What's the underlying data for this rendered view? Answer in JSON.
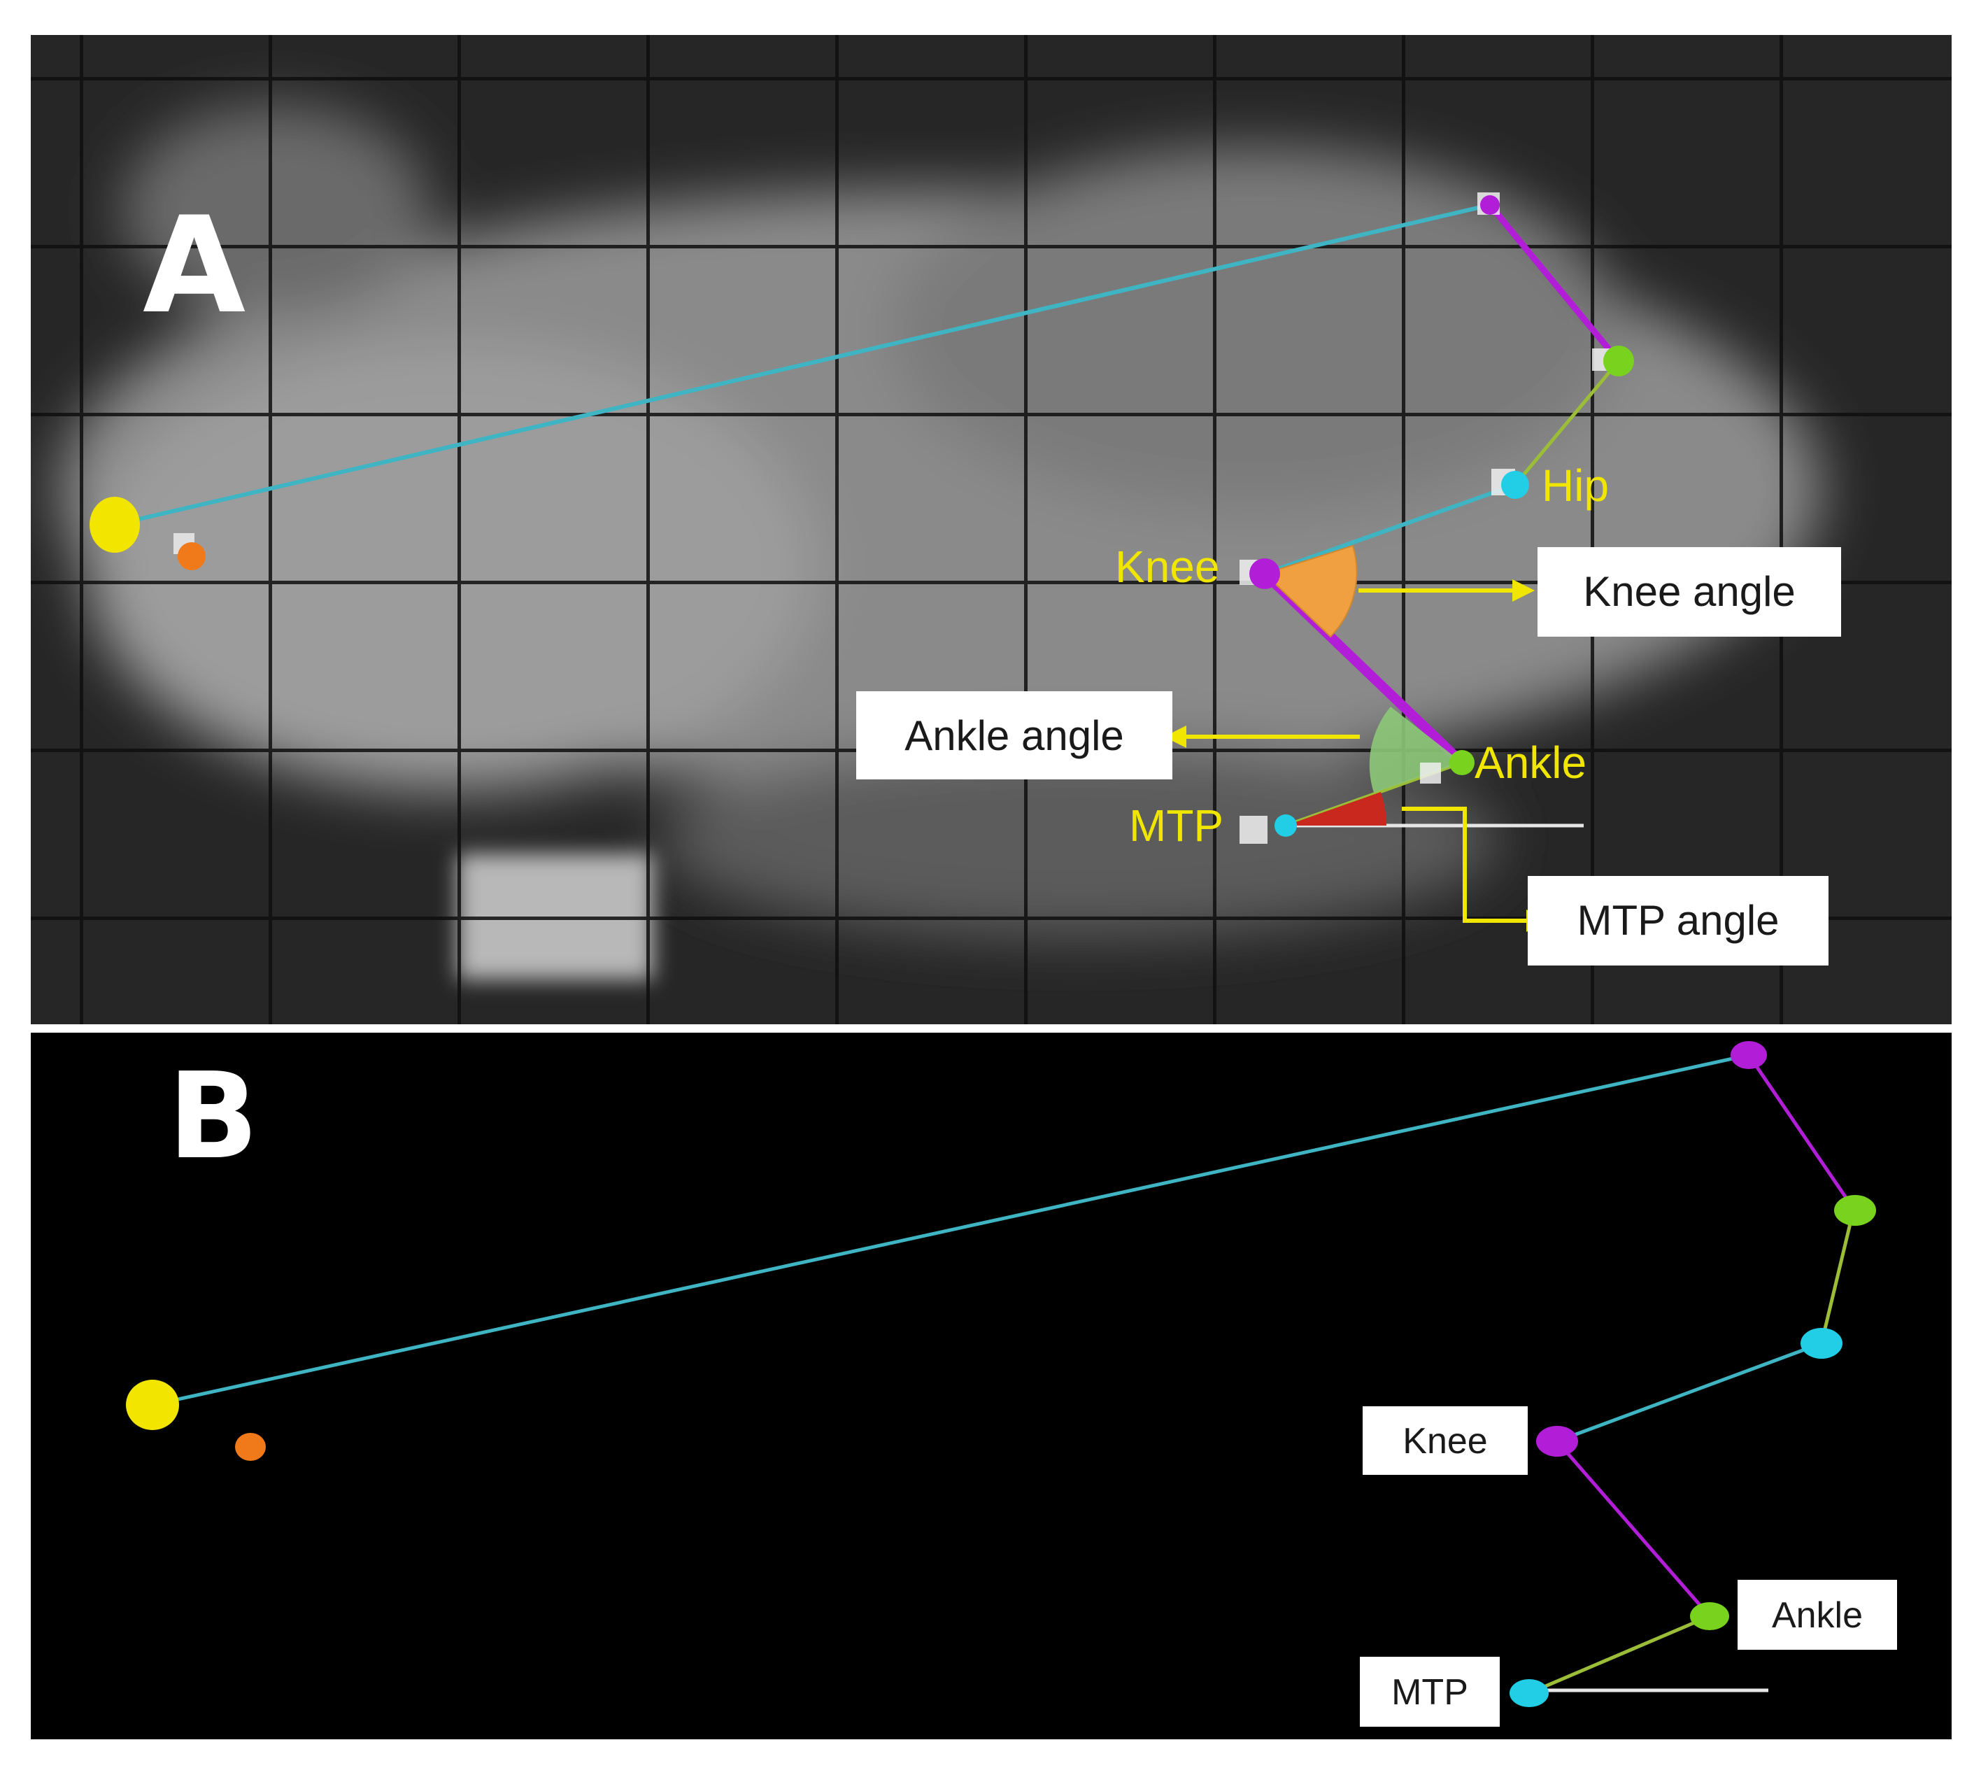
{
  "panel_a": {
    "letter": "A",
    "point_labels": {
      "hip": "Hip",
      "knee": "Knee",
      "ankle": "Ankle",
      "mtp": "MTP"
    },
    "callouts": {
      "knee": "Knee angle",
      "ankle": "Ankle angle",
      "mtp": "MTP angle"
    }
  },
  "panel_b": {
    "letter": "B",
    "point_labels": {
      "knee": "Knee",
      "ankle": "Ankle",
      "mtp": "MTP"
    }
  },
  "colors": {
    "yellow": "#f2e600",
    "orange": "#f07a1a",
    "magenta": "#b21ed8",
    "green": "#78d21e",
    "cyan": "#22cde6",
    "teal_line": "#3fb5c3",
    "olive_line": "#9bbd37",
    "knee_angle": "#f0a040",
    "ankle_angle": "#8cc878",
    "mtp_angle": "#c8281e",
    "label_yellow": "#f0e600"
  }
}
